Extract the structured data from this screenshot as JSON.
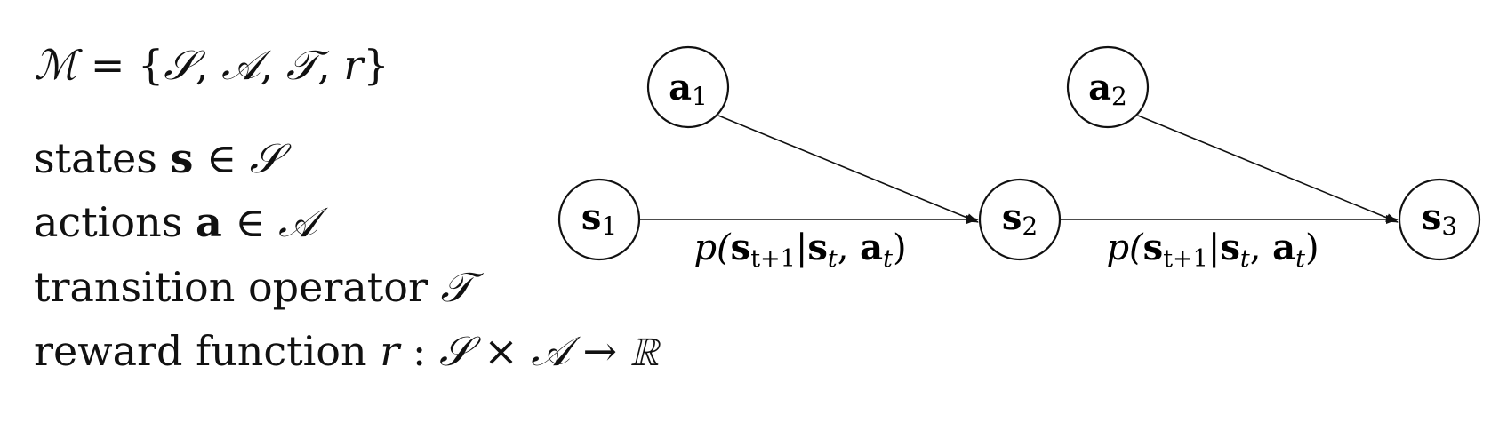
{
  "mdp_definition": {
    "lhs": "ℳ",
    "equals": "=",
    "set_open": "{",
    "elements": [
      "𝒮",
      "𝒜",
      "𝒯",
      "r"
    ],
    "sep": ", ",
    "set_close": "}"
  },
  "definitions": [
    {
      "text": "states",
      "symbol": "s",
      "rel": "∈",
      "set": "𝒮"
    },
    {
      "text": "actions",
      "symbol": "a",
      "rel": "∈",
      "set": "𝒜"
    },
    {
      "text": "transition operator",
      "symbol": "",
      "rel": "",
      "set": "𝒯"
    },
    {
      "text": "reward function",
      "symbol": "r",
      "rel": ":",
      "set": "𝒮 × 𝒜 → ℝ"
    }
  ],
  "nodes": [
    {
      "id": "a1",
      "base": "a",
      "sub": "1"
    },
    {
      "id": "a2",
      "base": "a",
      "sub": "2"
    },
    {
      "id": "s1",
      "base": "s",
      "sub": "1"
    },
    {
      "id": "s2",
      "base": "s",
      "sub": "2"
    },
    {
      "id": "s3",
      "base": "s",
      "sub": "3"
    }
  ],
  "edges": [
    {
      "from": "a1",
      "to": "s2"
    },
    {
      "from": "s1",
      "to": "s2"
    },
    {
      "from": "a2",
      "to": "s3"
    },
    {
      "from": "s2",
      "to": "s3"
    }
  ],
  "edge_labels": [
    {
      "prefix": "p(",
      "s": "s",
      "sub1": "t+1",
      "bar": "|",
      "s2": "s",
      "sub2": "t",
      "comma": ", ",
      "a": "a",
      "sub3": "t",
      "suffix": ")"
    },
    {
      "prefix": "p(",
      "s": "s",
      "sub1": "t+1",
      "bar": "|",
      "s2": "s",
      "sub2": "t",
      "comma": ", ",
      "a": "a",
      "sub3": "t",
      "suffix": ")"
    }
  ]
}
